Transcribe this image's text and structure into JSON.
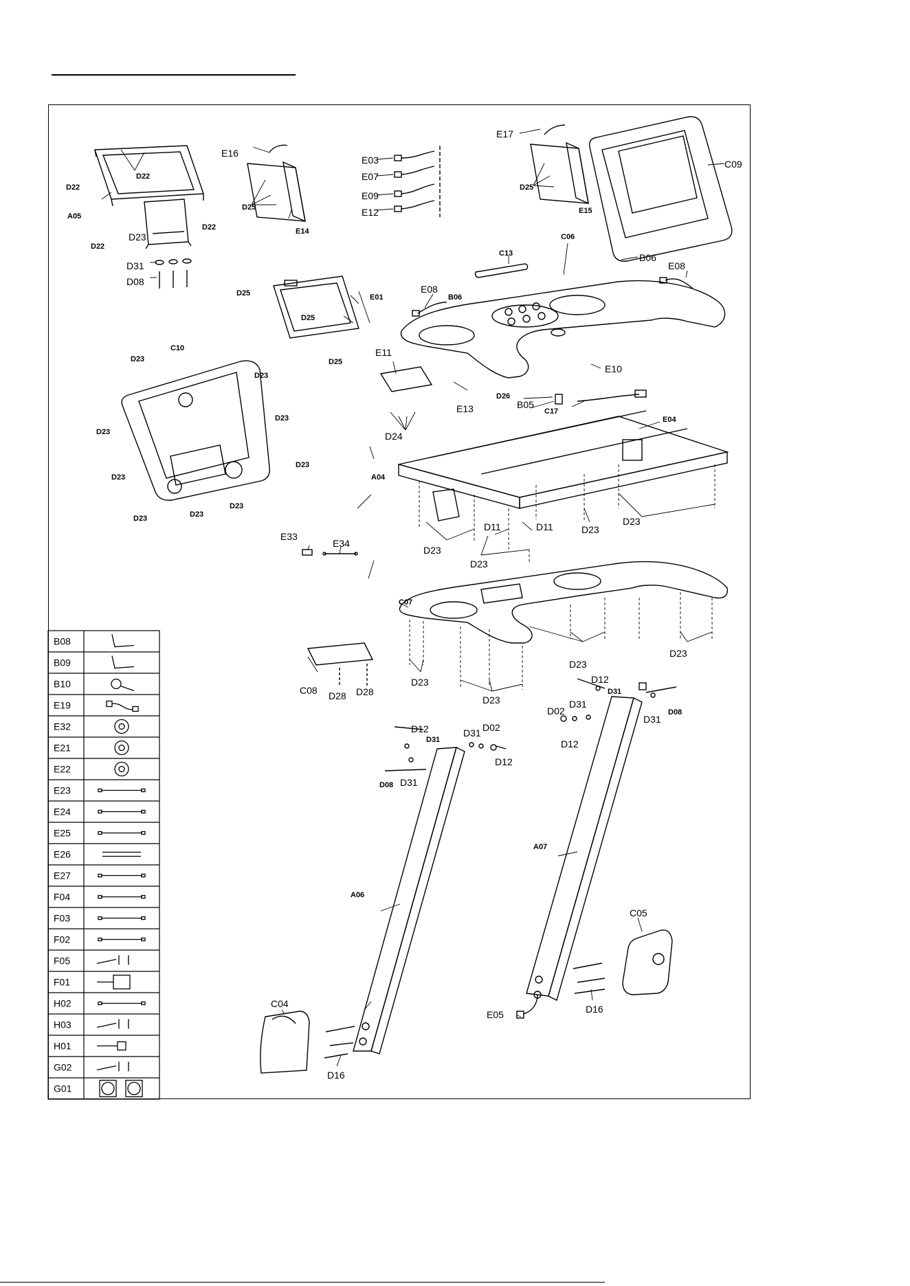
{
  "parts_table": [
    {
      "code": "B08",
      "icon": "hex-key-icon"
    },
    {
      "code": "B09",
      "icon": "hex-key-icon"
    },
    {
      "code": "B10",
      "icon": "wrench-icon"
    },
    {
      "code": "E19",
      "icon": "cable-plug-icon"
    },
    {
      "code": "E32",
      "icon": "ferrite-ring-icon"
    },
    {
      "code": "E21",
      "icon": "ferrite-ring-icon"
    },
    {
      "code": "E22",
      "icon": "ferrite-ring-icon"
    },
    {
      "code": "E23",
      "icon": "wire-icon"
    },
    {
      "code": "E24",
      "icon": "wire-icon"
    },
    {
      "code": "E25",
      "icon": "wire-icon"
    },
    {
      "code": "E26",
      "icon": "double-wire-icon"
    },
    {
      "code": "E27",
      "icon": "wire-icon"
    },
    {
      "code": "F04",
      "icon": "wire-icon"
    },
    {
      "code": "F03",
      "icon": "wire-icon"
    },
    {
      "code": "F02",
      "icon": "wire-icon"
    },
    {
      "code": "F05",
      "icon": "screws-icon"
    },
    {
      "code": "F01",
      "icon": "transformer-icon"
    },
    {
      "code": "H02",
      "icon": "wire-icon"
    },
    {
      "code": "H03",
      "icon": "screws-icon"
    },
    {
      "code": "H01",
      "icon": "switch-icon"
    },
    {
      "code": "G02",
      "icon": "screws-icon"
    },
    {
      "code": "G01",
      "icon": "fan-pair-icon"
    }
  ],
  "labels": {
    "D22": "D22",
    "A05": "A05",
    "D23": "D23",
    "D31": "D31",
    "D08": "D08",
    "E16": "E16",
    "E14": "E14",
    "D25": "D25",
    "E03": "E03",
    "E07": "E07",
    "E09": "E09",
    "E12": "E12",
    "E17": "E17",
    "E15": "E15",
    "C09": "C09",
    "C13": "C13",
    "C06": "C06",
    "B06": "B06",
    "E08": "E08",
    "E01": "E01",
    "C10": "C10",
    "E11": "E11",
    "E13": "E13",
    "E10": "E10",
    "D26": "D26",
    "B05": "B05",
    "C17": "C17",
    "D24": "D24",
    "E04": "E04",
    "A04": "A04",
    "D11": "D11",
    "E33": "E33",
    "E34": "E34",
    "C07": "C07",
    "C08": "C08",
    "D28": "D28",
    "D12": "D12",
    "D02": "D02",
    "A06": "A06",
    "A07": "A07",
    "C05": "C05",
    "C04": "C04",
    "E05": "E05",
    "D16": "D16"
  }
}
